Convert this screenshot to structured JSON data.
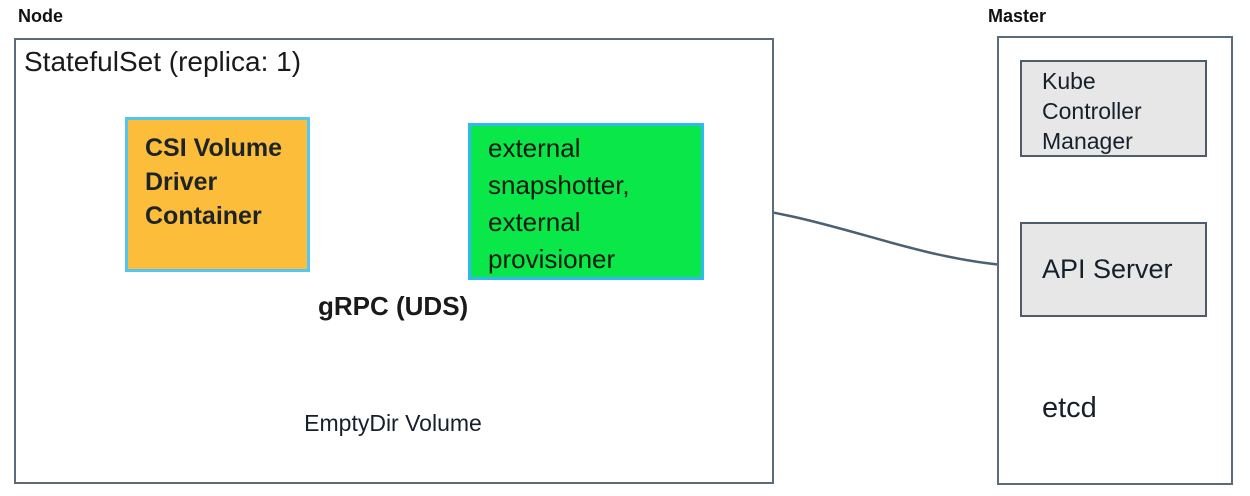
{
  "colors": {
    "csi_box_fill": "#FCBD3A",
    "csi_box_border": "#55C6F1",
    "snapshotter_box_fill": "#0AE748",
    "snapshotter_box_border": "#2FB9EE",
    "gray_box_fill": "#E7E7E7",
    "gray_box_border": "#4D5D6C",
    "outer_box_border": "#5B6B79",
    "arrow_color": "#4B6072",
    "text_color": "#1A1A1A"
  },
  "node": {
    "label": "Node",
    "statefulset_label": "StatefulSet (replica: 1)",
    "csi_box_lines": [
      "CSI Volume",
      "Driver",
      "Container"
    ],
    "sidecar_box_lines": [
      "external",
      "snapshotter,",
      "external",
      "provisioner"
    ],
    "grpc_label": "gRPC (UDS)",
    "emptydir_label": "EmptyDir Volume"
  },
  "master": {
    "label": "Master",
    "kcm_lines": [
      "Kube",
      "Controller",
      "Manager"
    ],
    "api_server_label": "API Server",
    "etcd_label": "etcd"
  }
}
